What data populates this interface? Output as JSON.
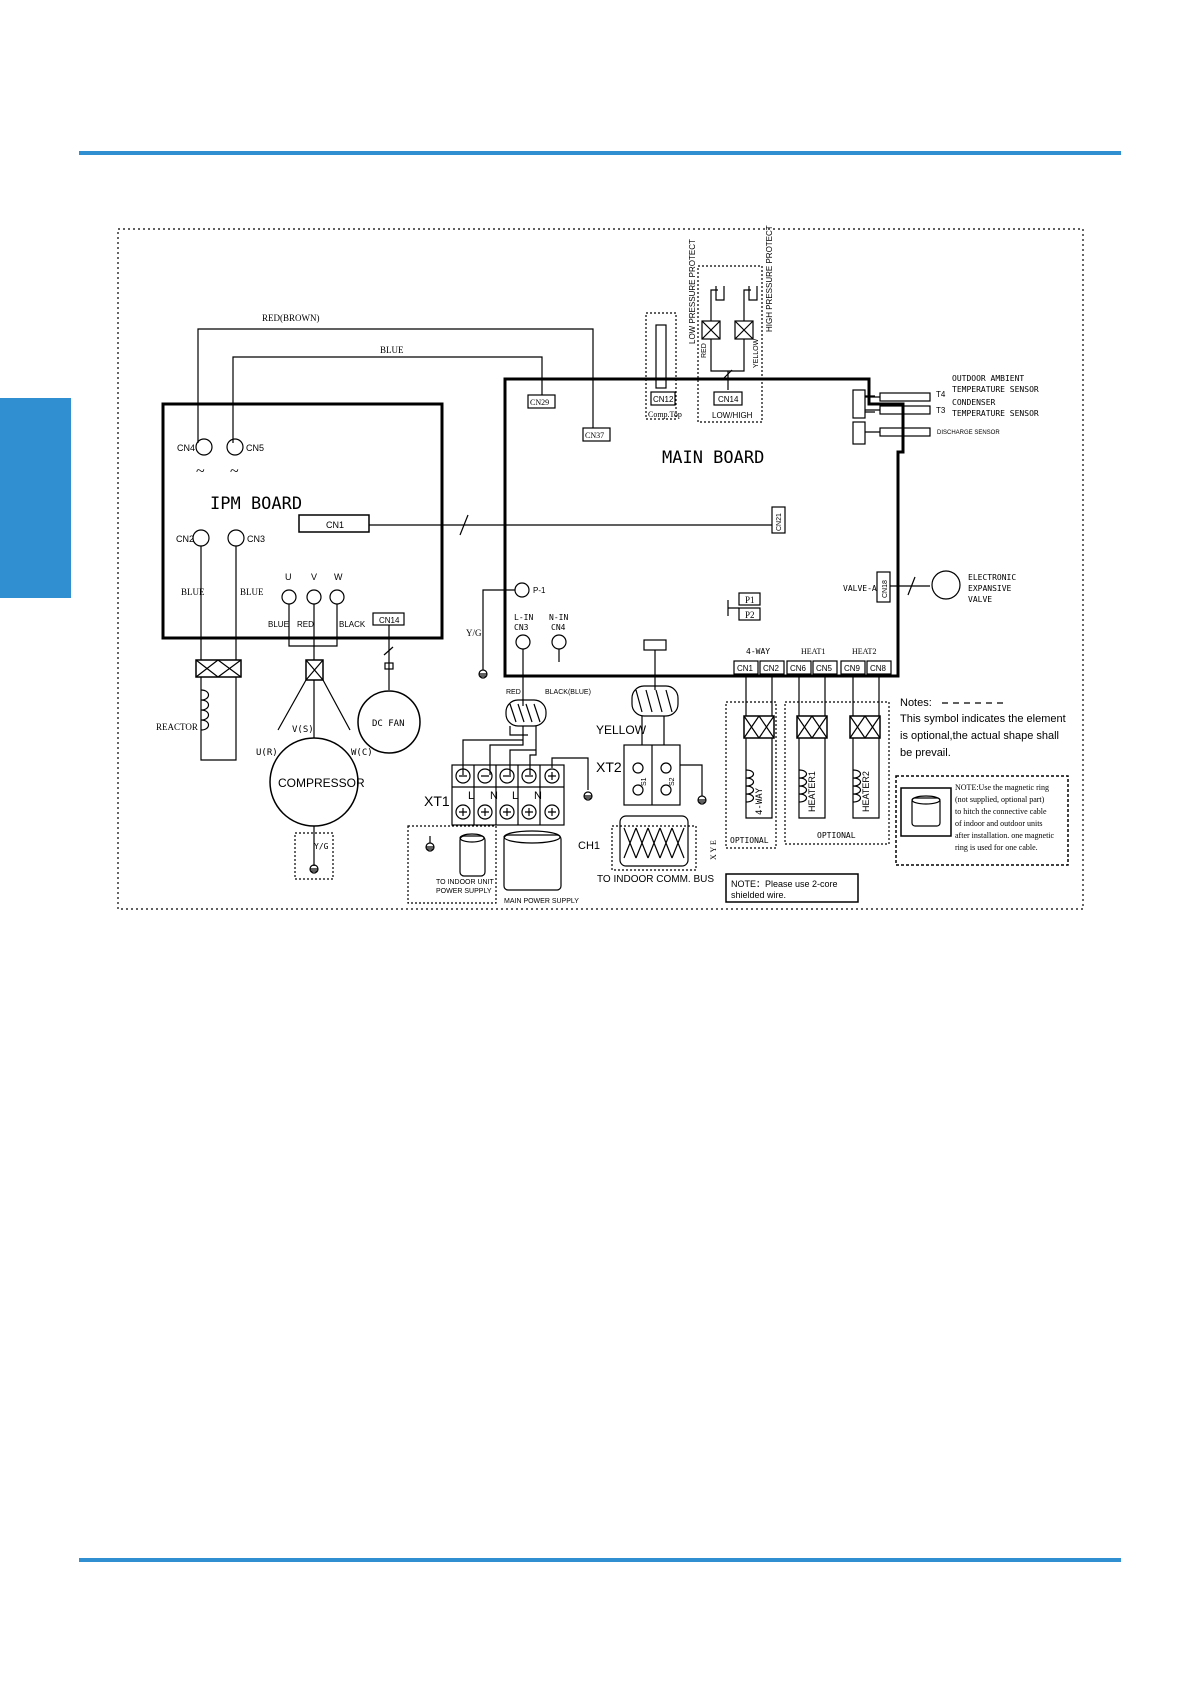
{
  "theme": {
    "accent": "#2f8fd1",
    "line": "#000000"
  },
  "diagram": {
    "ipm_board": "IPM BOARD",
    "main_board": "MAIN BOARD",
    "wires": {
      "red_brown": "RED(BROWN)",
      "blue_top": "BLUE",
      "blue1": "BLUE",
      "blue2": "BLUE",
      "uvw_blue": "BLUE",
      "uvw_red": "RED",
      "uvw_black": "BLACK",
      "yg1": "Y/G",
      "yg2": "Y/G",
      "red_in": "RED",
      "black_blue": "BLACK(BLUE)",
      "yellow": "YELLOW",
      "red_v": "RED",
      "yellow_v": "YELLOW"
    },
    "ipm": {
      "cn4": "CN4",
      "cn5": "CN5",
      "tilde1": "~",
      "tilde2": "~",
      "cn2": "CN2",
      "cn3": "CN3",
      "cn1": "CN1",
      "u": "U",
      "v": "V",
      "w": "W",
      "cn14": "CN14"
    },
    "main": {
      "cn29": "CN29",
      "cn37": "CN37",
      "cn12": "CN12",
      "comp_top": "Comp.Top",
      "cn14": "CN14",
      "low_high": "LOW/HIGH",
      "low_pressure": "LOW PRESSURE PROTECT",
      "high_pressure": "HIGH PRESSURE PROTECT",
      "cn21": "CN21",
      "p1_label": "P-1",
      "l_in": "L-IN",
      "cn3": "CN3",
      "n_in": "N-IN",
      "cn4": "CN4",
      "p1": "P1",
      "p2": "P2",
      "valve_a": "VALVE-A",
      "cn18": "CN18",
      "four_way": "4-WAY",
      "heat1": "HEAT1",
      "heat2": "HEAT2",
      "cn1": "CN1",
      "cn2": "CN2",
      "cn6": "CN6",
      "cn5": "CN5",
      "cn9": "CN9",
      "cn8": "CN8"
    },
    "sensors": {
      "t4": "T4",
      "t3": "T3",
      "ambient1": "OUTDOOR AMBIENT",
      "ambient2": "TEMPERATURE SENSOR",
      "condenser1": "CONDENSER",
      "condenser2": "TEMPERATURE SENSOR",
      "discharge": "DISCHARGE SENSOR"
    },
    "valve": {
      "l1": "ELECTRONIC",
      "l2": "EXPANSIVE",
      "l3": "VALVE"
    },
    "parts": {
      "reactor": "REACTOR",
      "compressor": "COMPRESSOR",
      "v_s": "V(S)",
      "u_r": "U(R)",
      "w_c": "W(C)",
      "dc_fan": "DC FAN",
      "four_way_coil": "4-WAY",
      "heater1": "HEATER1",
      "heater2": "HEATER2",
      "optional1": "OPTIONAL",
      "optional2": "OPTIONAL"
    },
    "terminals": {
      "xt1": "XT1",
      "xt2": "XT2",
      "ch1": "CH1",
      "l1": "L",
      "n1": "N",
      "l2": "L",
      "n2": "N",
      "s1": "S1",
      "s2": "S2",
      "to_indoor1": "TO INDOOR UNIT",
      "to_indoor2": "POWER SUPPLY",
      "main_power": "MAIN POWER SUPPLY",
      "to_comm": "TO INDOOR COMM. BUS",
      "xye": "X Y E"
    },
    "notes": {
      "n0": "Notes:",
      "n1": "This symbol indicates the element",
      "n2": "is  optional,the actual shape shall",
      "n3": "be prevail.",
      "cable1": "NOTE：Please use 2-core",
      "cable2": "shielded wire."
    },
    "ring_note": {
      "l1": "NOTE:Use the magnetic ring",
      "l2": "(not supplied, optional part)",
      "l3": "to hitch the connective cable",
      "l4": "of indoor and outdoor units",
      "l5": "after installation. one magnetic",
      "l6": "ring is used for one cable."
    }
  }
}
